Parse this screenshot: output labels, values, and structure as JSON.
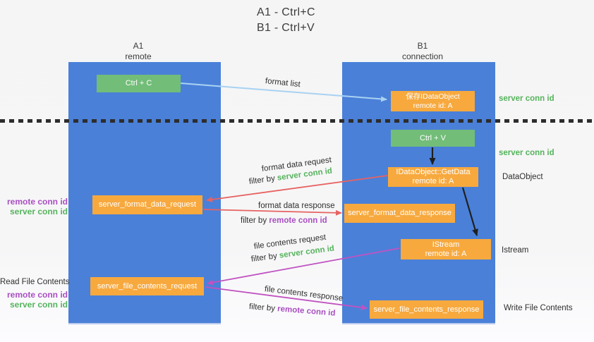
{
  "title": {
    "line1": "A1 - Ctrl+C",
    "line2": "B1 - Ctrl+V"
  },
  "lanes": {
    "left": {
      "title": "A1",
      "subtitle": "remote"
    },
    "right": {
      "title": "B1",
      "subtitle": "connection"
    }
  },
  "nodes": {
    "ctrl_c": {
      "label": "Ctrl + C"
    },
    "save_idataobject": {
      "line1": "保存IDataObject",
      "line2": "remote id: A"
    },
    "ctrl_v": {
      "label": "Ctrl + V"
    },
    "getdata": {
      "line1": "IDataObject::GetData",
      "line2": "remote id: A"
    },
    "istream": {
      "line1": "IStream",
      "line2": "remote id: A"
    },
    "format_request": {
      "label": "server_format_data_request"
    },
    "format_response": {
      "label": "server_format_data_response"
    },
    "file_request": {
      "label": "server_file_contents_request"
    },
    "file_response": {
      "label": "server_file_contents_response"
    }
  },
  "flow_labels": {
    "format_list": "format list",
    "format_data_request": "format data request",
    "format_data_response": "format data response",
    "file_contents_request": "file contents request",
    "file_contents_response": "file contents response",
    "filter_prefix": "filter by",
    "server_conn_id": "server conn id",
    "remote_conn_id": "remote conn id"
  },
  "side_labels": {
    "right_server_conn_id_top": "server conn id",
    "right_server_conn_id_mid": "server conn id",
    "right_dataobject": "DataObject",
    "right_istream": "Istream",
    "right_write_file_contents": "Write File Contents",
    "left_remote_conn_id_top": "remote conn id",
    "left_server_conn_id_top": "server conn id",
    "left_read_file_contents": "Read File Contents",
    "left_remote_conn_id_bottom": "remote conn id",
    "left_server_conn_id_bottom": "server conn id"
  },
  "colors": {
    "lane_blue": "#4a80d8",
    "node_green": "#72bd78",
    "node_orange": "#f7a93e",
    "arrow_light_blue": "#a9d2f2",
    "arrow_red": "#e86262",
    "arrow_magenta": "#c153c1",
    "arrow_black": "#1f1f1f",
    "text_green": "#56b35d",
    "text_purple": "#a94fc1",
    "text_dark": "#2f2f2f"
  }
}
